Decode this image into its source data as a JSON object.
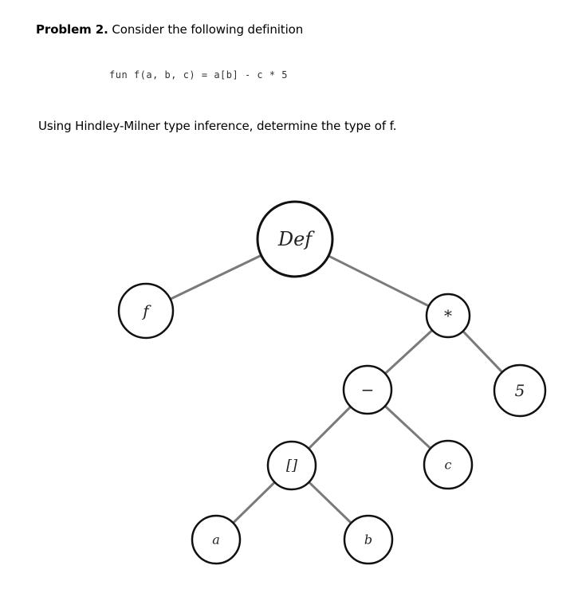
{
  "problem": {
    "title": "Problem 2.",
    "intro": "Consider the following definition",
    "code": "fun f(a, b, c) = a[b] - c * 5",
    "question": "Using Hindley-Milner type inference, determine the type of f."
  },
  "tree": {
    "nodes": [
      {
        "id": "def",
        "label": "Def"
      },
      {
        "id": "f",
        "label": "f"
      },
      {
        "id": "times",
        "label": "*"
      },
      {
        "id": "minus",
        "label": "−"
      },
      {
        "id": "five",
        "label": "5"
      },
      {
        "id": "index",
        "label": "[]"
      },
      {
        "id": "c",
        "label": "c"
      },
      {
        "id": "a",
        "label": "a"
      },
      {
        "id": "b",
        "label": "b"
      }
    ],
    "edges": [
      [
        "def",
        "f"
      ],
      [
        "def",
        "times"
      ],
      [
        "times",
        "minus"
      ],
      [
        "times",
        "five"
      ],
      [
        "minus",
        "index"
      ],
      [
        "minus",
        "c"
      ],
      [
        "index",
        "a"
      ],
      [
        "index",
        "b"
      ]
    ]
  }
}
